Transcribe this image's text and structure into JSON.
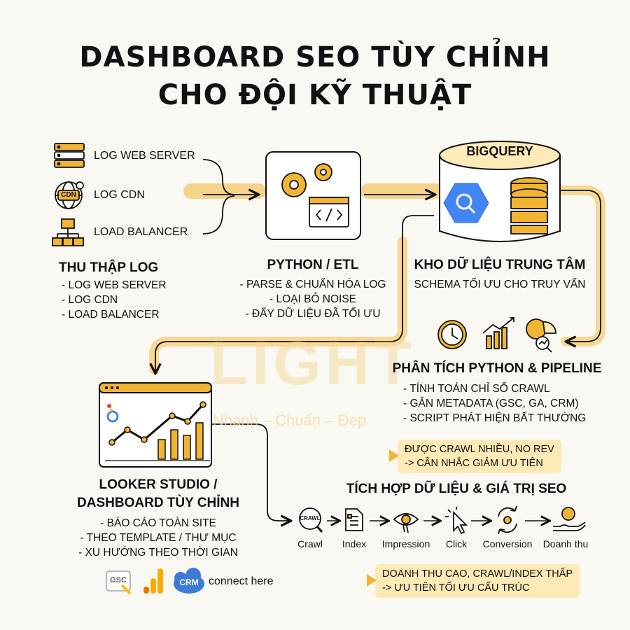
{
  "title": {
    "line1": "DASHBOARD SEO TÙY CHỈNH",
    "line2": "CHO ĐỘI KỸ THUẬT"
  },
  "watermark": {
    "brand": "LIGHT",
    "slogan": "Nhanh – Chuẩn – Đẹp"
  },
  "sources": {
    "items": [
      {
        "label": "LOG WEB SERVER",
        "icon": "server-icon"
      },
      {
        "label": "LOG CDN",
        "icon": "cdn-globe-icon"
      },
      {
        "label": "LOAD BALANCER",
        "icon": "network-hierarchy-icon"
      }
    ],
    "cdn_badge": "CDN"
  },
  "collect": {
    "heading": "THU THẬP LOG",
    "bullets": [
      "- LOG WEB SERVER",
      "- LOG CDN",
      "- LOAD BALANCER"
    ]
  },
  "etl": {
    "heading": "PYTHON / ETL",
    "bullets": [
      "- PARSE & CHUẨN HÓA LOG",
      "- LOẠI BỎ NOISE",
      "- ĐẨY DỮ LIỆU ĐÃ TỐI ƯU"
    ]
  },
  "bigquery": {
    "badge": "BIGQUERY",
    "heading": "KHO DỮ LIỆU TRUNG TÂM",
    "subheading": "SCHEMA TỐI ƯU CHO TRUY VẤN"
  },
  "analysis": {
    "heading": "PHÂN TÍCH PYTHON & PIPELINE",
    "bullets": [
      "- TÍNH TOÁN CHỈ SỐ CRAWL",
      "- GẮN METADATA (GSC, GA, CRM)",
      "- SCRIPT PHÁT HIỆN BẤT THƯỜNG"
    ],
    "note": [
      "ĐƯỢC CRAWL NHIỀU, NO REV",
      "-> CÂN NHẮC GIẢM ƯU TIÊN"
    ]
  },
  "looker": {
    "heading_line1": "LOOKER STUDIO /",
    "heading_line2": "DASHBOARD TÙY CHỈNH",
    "bullets": [
      "- BÁO CÁO TOÀN SITE",
      "- THEO TEMPLATE / THƯ MỤC",
      "- XU HƯỚNG THEO THỜI GIAN"
    ],
    "integrations": {
      "gsc": "GSC",
      "crm": "CRM",
      "connect": "connect here"
    }
  },
  "flow": {
    "heading": "TÍCH HỢP DỮ LIỆU & GIÁ TRỊ SEO",
    "crawl_badge": "CRAWL",
    "steps": [
      {
        "label": "Crawl",
        "icon": "crawl-magnifier-icon"
      },
      {
        "label": "Index",
        "icon": "document-index-icon"
      },
      {
        "label": "Impression",
        "icon": "eye-icon"
      },
      {
        "label": "Click",
        "icon": "cursor-click-icon"
      },
      {
        "label": "Conversion",
        "icon": "conversion-cycle-icon"
      },
      {
        "label": "Doanh thu",
        "icon": "revenue-hand-icon"
      }
    ],
    "note": [
      "DOANH THU CAO, CRAWL/INDEX THẤP",
      "-> ƯU TIÊN TỐI ƯU CẤU TRÚC"
    ]
  },
  "colors": {
    "accent": "#f2b533",
    "accent_light": "#fdeab7",
    "ink": "#111111",
    "bigquery_blue": "#4285f4",
    "crm_blue": "#3d7bd6",
    "background": "#faf8f3"
  }
}
